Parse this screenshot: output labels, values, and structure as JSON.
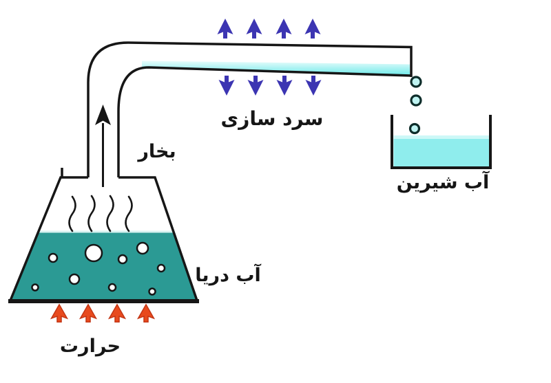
{
  "diagram": {
    "labels": {
      "cooling": "سرد سازی",
      "steam": "بخار",
      "sea_water": "آب دریا",
      "fresh_water": "آب شیرین",
      "heat": "حرارت"
    },
    "colors": {
      "background": "#ffffff",
      "outline": "#161616",
      "sea_water_fill": "#2b9a94",
      "fresh_water_fill": "#8feded",
      "fresh_water_highlight": "#cdf8f7",
      "condensate_fill": "#74eaea",
      "cooling_arrow": "#3c35b2",
      "heat_arrow": "#e84a1e",
      "heat_arrow_edge": "#c23514",
      "droplet_fill": "#bff4f2",
      "bubble_fill": "#ffffff"
    },
    "counts": {
      "cooling_arrows_up": 4,
      "cooling_arrows_down": 4,
      "heat_arrows": 4,
      "droplets": 3,
      "bubbles": 9,
      "steam_waves": 4
    }
  }
}
